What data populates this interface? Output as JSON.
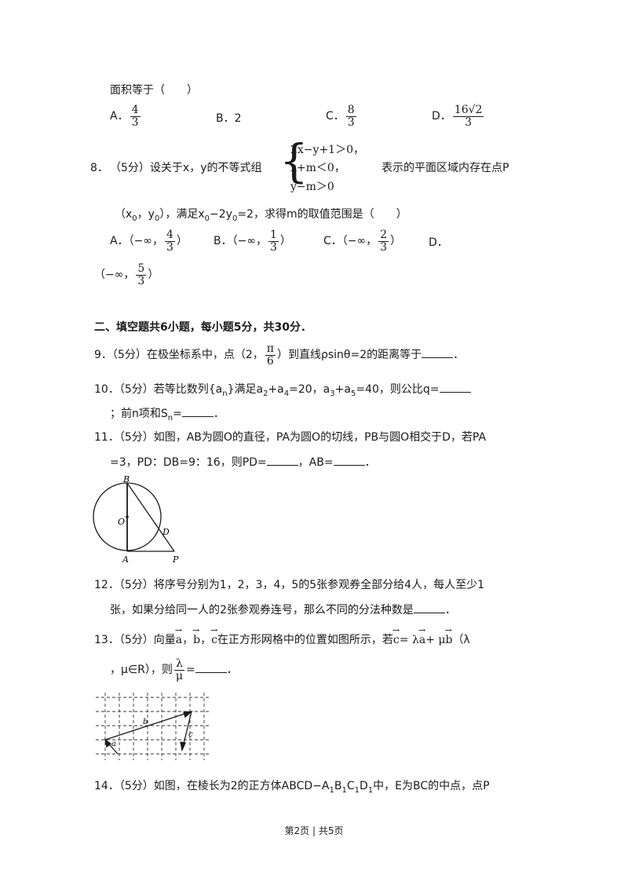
{
  "q7_tail": {
    "text": "面积等于（　　）",
    "options": {
      "a_label": "A．",
      "a_num": "4",
      "a_den": "3",
      "b_label": "B．2",
      "c_label": "C．",
      "c_num": "8",
      "c_den": "3",
      "d_label": "D．",
      "d_num": "16√2",
      "d_den": "3"
    }
  },
  "q8": {
    "number": "8．",
    "text_before": "（5分）设关于x，y的不等式组",
    "system": [
      "2x−y+1＞0，",
      "x+m＜0，",
      "y−m＞0"
    ],
    "text_after": "表示的平面区域内存在点P",
    "line2_a": "（x",
    "sub_0": "0",
    "line2_b": "，y",
    "line2_c": "），满足x",
    "line2_d": "−2y",
    "line2_e": "=2，求得m的取值范围是（　　）",
    "opt_a": "A．（−∞，",
    "opt_a_num": "4",
    "opt_a_den": "3",
    "close_a": "）",
    "opt_b": "B．（−∞，",
    "opt_b_num": "1",
    "opt_b_den": "3",
    "close_b": "）",
    "opt_c": "C．（−∞，",
    "opt_c_num": "2",
    "opt_c_den": "3",
    "close_c": "）",
    "opt_d": "D．",
    "opt_d_line2": "（−∞，",
    "opt_d_num": "5",
    "opt_d_den": "3",
    "close_d": "）"
  },
  "section2": {
    "heading": "二、填空题共6小题，每小题5分，共30分．"
  },
  "q9": {
    "number": "9．",
    "text_a": "（5分）在极坐标系中，点（2，",
    "frac_num": "π",
    "frac_den": "6",
    "text_b": "）到直线ρsinθ=2的距离等于",
    "end": "．"
  },
  "q10": {
    "number": "10．",
    "text_a": "（5分）若等比数列{a",
    "sub_n": "n",
    "text_b": "}满足a",
    "sub_2": "2",
    "text_c": "+a",
    "sub_4": "4",
    "text_d": "=20，a",
    "sub_3": "3",
    "text_e": "+a",
    "sub_5": "5",
    "text_f": "=40，则公比q=",
    "line2_a": "；前n项和S",
    "line2_b": "=",
    "end": "．"
  },
  "q11": {
    "number": "11．",
    "line1": "（5分）如图，AB为圆O的直径，PA为圆O的切线，PB与圆O相交于D，若PA",
    "line2_a": "=3，PD：DB=9：16，则PD=",
    "line2_b": "，AB=",
    "end": "．",
    "fig_labels": {
      "b": "B",
      "o": "O",
      "d": "D",
      "a": "A",
      "p": "P"
    }
  },
  "q12": {
    "number": "12．",
    "line1": "（5分）将序号分别为1，2，3，4，5的5张参观券全部分给4人，每人至少1",
    "line2": "张，如果分给同一人的2张参观券连号，那么不同的分法种数是",
    "end": "．"
  },
  "q13": {
    "number": "13．",
    "text_a": "（5分）向量",
    "va": "a",
    "vb": "b",
    "vc": "c",
    "comma": "，",
    "text_b": "在正方形网格中的位置如图所示，若",
    "eq_c": "c",
    "eq_mid": "= λ",
    "eq_a": "a",
    "eq_plus": "+ μ",
    "eq_b": "b",
    "eq_tail": "（λ",
    "line2_a": "，μ∈R），则",
    "frac_num": "λ",
    "frac_den": "μ",
    "line2_b": "=",
    "end": "．",
    "fig_labels": {
      "a": "a",
      "b": "b",
      "c": "c"
    }
  },
  "q14": {
    "number": "14．",
    "text_a": "（5分）如图，在棱长为2的正方体ABCD−A",
    "sub1": "1",
    "b": "B",
    "c": "C",
    "d": "D",
    "text_b": "中，E为BC的中点，点P"
  },
  "footer": {
    "text": "第2页 | 共5页"
  }
}
